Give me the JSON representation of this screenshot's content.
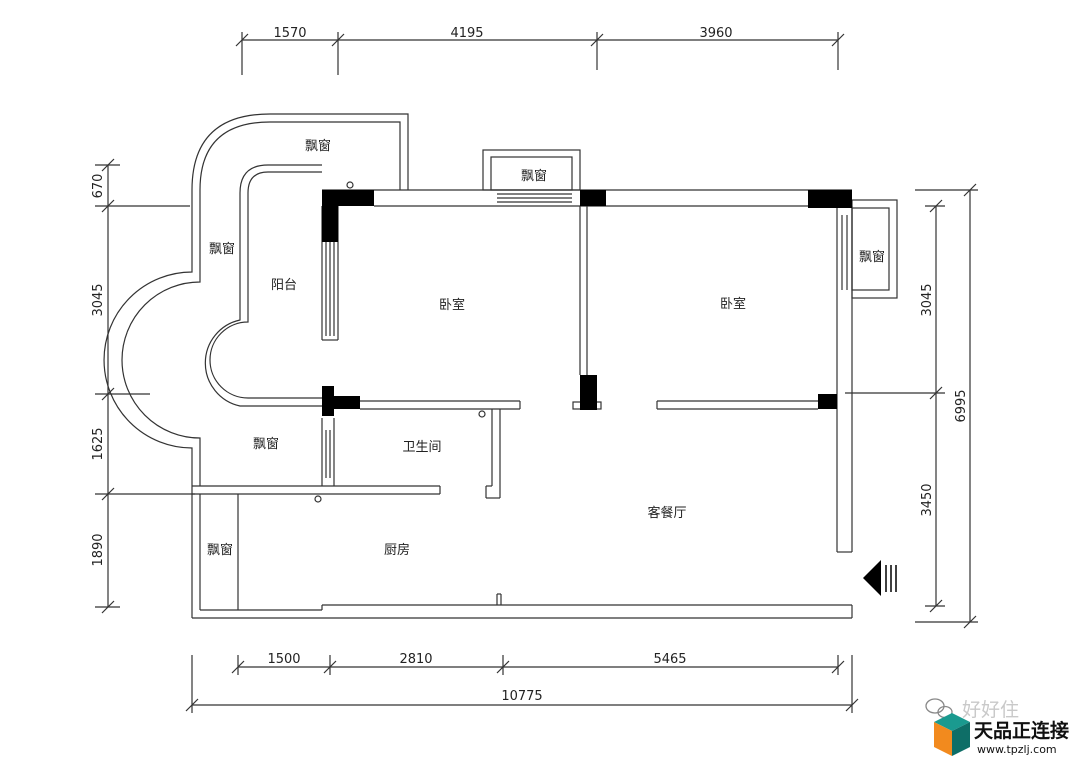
{
  "dimensions": {
    "top": [
      "1570",
      "4195",
      "3960"
    ],
    "bottom": [
      "1500",
      "2810",
      "5465"
    ],
    "bottom_total": "10775",
    "left": [
      "670",
      "3045",
      "1625",
      "1890"
    ],
    "right": [
      "3045",
      "3450"
    ],
    "right_total": "6995"
  },
  "rooms": {
    "bay_window": "飘窗",
    "balcony": "阳台",
    "bedroom": "卧室",
    "bathroom": "卫生间",
    "kitchen": "厨房",
    "living_dining": "客餐厅"
  },
  "watermark": {
    "wechat_text": "好好住",
    "brand": "天品正连接",
    "url": "www.tpzlj.com"
  },
  "colors": {
    "line": "#333333",
    "wall_fill": "#000000",
    "logo_teal": "#1a9a8f",
    "logo_orange": "#f28a1e"
  }
}
